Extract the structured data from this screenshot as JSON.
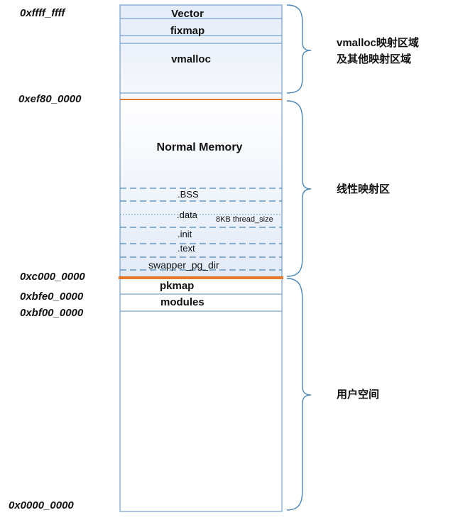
{
  "addresses": {
    "top": "0xffff_ffff",
    "vmalloc_start": "0xef80_0000",
    "kernel_start": "0xc000_0000",
    "pkmap_start": "0xbfe0_0000",
    "modules_start": "0xbf00_0000",
    "bottom": "0x0000_0000"
  },
  "segments": {
    "vector": "Vector",
    "fixmap": "fixmap",
    "vmalloc": "vmalloc",
    "normal_memory": "Normal Memory",
    "bss": ".BSS",
    "data": ".data",
    "thread_size": "8KB thread_size",
    "init": ".init",
    "text": ".text",
    "swapper": "swapper_pg_dir",
    "pkmap": "pkmap",
    "modules": "modules"
  },
  "regions": {
    "vmalloc_line1": "vmalloc映射区域",
    "vmalloc_line2": "及其他映射区域",
    "linear": "线性映射区",
    "user": "用户空间"
  },
  "colors": {
    "box_border": "#5b8fc7",
    "dashed": "#4a86b8",
    "boundary": "#e2772e",
    "fill_top": "#e6edf8",
    "fill_bottom": "#ffffff"
  }
}
